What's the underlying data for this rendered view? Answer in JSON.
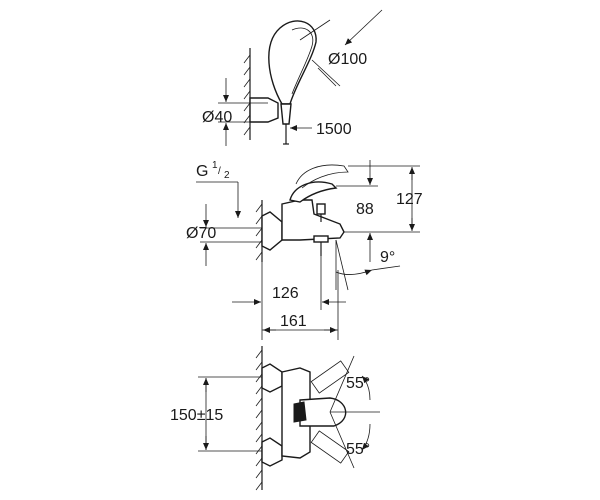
{
  "dimensions": {
    "spray_diameter": "Ø100",
    "bracket_diameter": "Ø40",
    "hose_length": "1500",
    "thread_g": "G",
    "thread_num": "1",
    "thread_den": "2",
    "escutcheon_diameter": "Ø70",
    "lever_height": "127",
    "spout_height": "88",
    "spout_angle": "9°",
    "spout_projection": "126",
    "total_projection": "161",
    "centre_distance": "150±15",
    "lever_angle_up": "55°",
    "lever_angle_down": "55°"
  },
  "colors": {
    "line": "#1a1a1a",
    "background": "#ffffff"
  }
}
